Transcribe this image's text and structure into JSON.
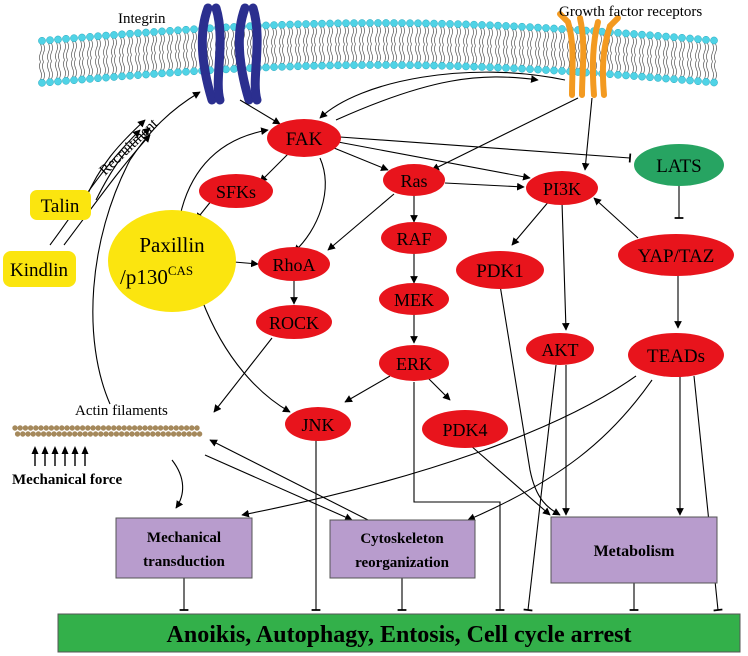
{
  "colors": {
    "red_node": "#e8141c",
    "green_node": "#27a462",
    "yellow_node": "#fbe50f",
    "purple_box": "#b89ccd",
    "green_bar": "#33b04a",
    "integrin": "#2b2f8f",
    "receptor": "#f39a21",
    "membrane_head": "#4fd3e6",
    "actin": "#a5895c"
  },
  "labels": {
    "integrin": "Integrin",
    "growth_factor": "Growth factor receptors",
    "recruitment": "Recruitment",
    "actin_filaments": "Actin filaments",
    "mechanical_force": "Mechanical force"
  },
  "nodes": {
    "fak": "FAK",
    "sfks": "SFKs",
    "ras": "Ras",
    "pi3k": "PI3K",
    "lats": "LATS",
    "talin": "Talin",
    "kindlin": "Kindlin",
    "paxillin_line1": "Paxillin",
    "paxillin_line2": "/p130",
    "paxillin_sup": "CAS",
    "rhoa": "RhoA",
    "raf": "RAF",
    "pdk1": "PDK1",
    "yaptaz": "YAP/TAZ",
    "rock": "ROCK",
    "mek": "MEK",
    "akt": "AKT",
    "teads": "TEADs",
    "erk": "ERK",
    "jnk": "JNK",
    "pdk4": "PDK4"
  },
  "boxes": {
    "mech_line1": "Mechanical",
    "mech_line2": "transduction",
    "cyto_line1": "Cytoskeleton",
    "cyto_line2": "reorganization",
    "metabolism": "Metabolism"
  },
  "outcome": "Anoikis, Autophagy, Entosis, Cell cycle arrest"
}
